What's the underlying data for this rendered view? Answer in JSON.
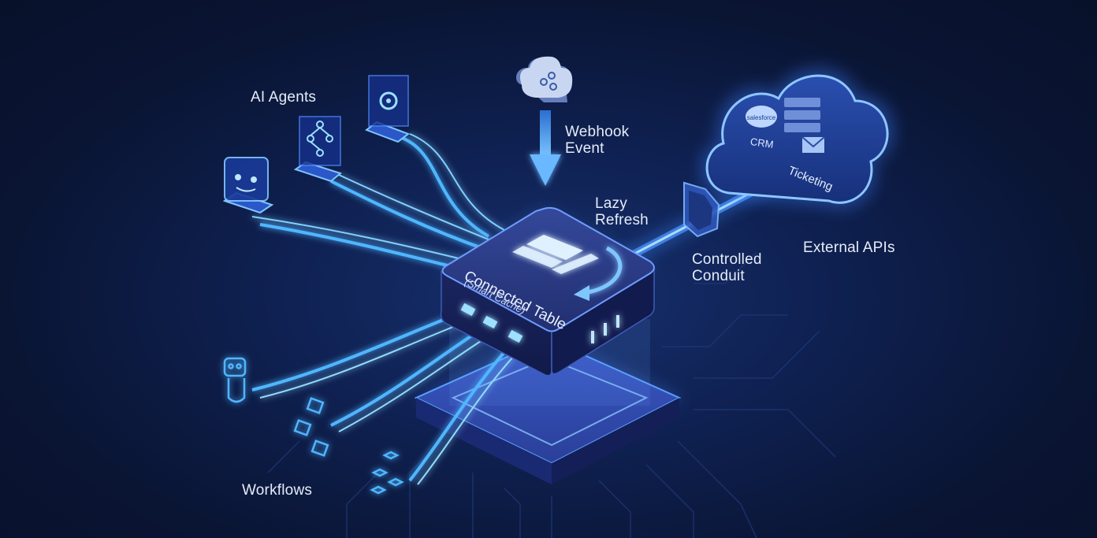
{
  "labels": {
    "ai_agents": "AI Agents",
    "workflows": "Workflows",
    "webhook_event": [
      "Webhook",
      "Event"
    ],
    "lazy_refresh": [
      "Lazy",
      "Refresh"
    ],
    "controlled_conduit": [
      "Controlled",
      "Conduit"
    ],
    "external_apis": "External APIs"
  },
  "hub": {
    "title": "Connected Table",
    "subtitle": "(Smart Cache)"
  },
  "cloud": {
    "crm_logo": "salesforce",
    "crm": "CRM",
    "ticketing": "Ticketing"
  },
  "colors": {
    "background": "#0a1534",
    "glow": "#4fb6ff",
    "hub_top": "#2a3f8f",
    "label_text": "#e6ecf8"
  },
  "icons": [
    "robot-icon",
    "network-icon",
    "gear-monitor-icon",
    "webhook-cloud-icon",
    "shield-icon",
    "cloud-icon",
    "database-icon",
    "envelope-icon",
    "workflow-icon"
  ]
}
